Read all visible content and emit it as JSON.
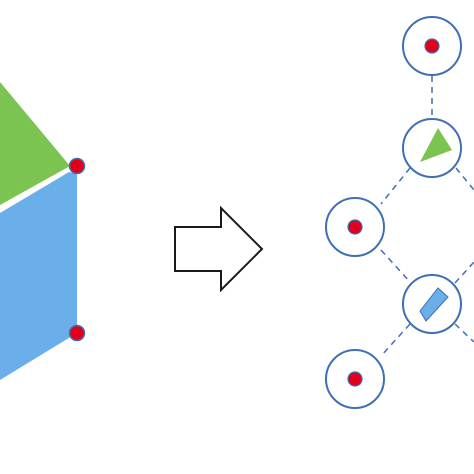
{
  "diagram": {
    "left_shape": {
      "faces": [
        {
          "name": "green-face",
          "fill": "#7cc451"
        },
        {
          "name": "blue-face",
          "fill": "#6aaeea"
        }
      ],
      "vertex_markers": 2
    },
    "arrow": {
      "direction": "right",
      "fill": "#ffffff",
      "stroke": "#1a1a1a"
    },
    "graph": {
      "node_stroke": "#3f6fb4",
      "edge_style": "dashed",
      "edge_color": "#3f6fb4",
      "nodes": [
        {
          "name": "vertex-node-top",
          "content": "red-dot"
        },
        {
          "name": "face-node-triangle",
          "content": "green-triangle"
        },
        {
          "name": "vertex-node-middle",
          "content": "red-dot"
        },
        {
          "name": "face-node-parallelogram",
          "content": "blue-parallelogram"
        },
        {
          "name": "vertex-node-bottom",
          "content": "red-dot"
        }
      ]
    },
    "colors": {
      "vertex_dot": "#e0001a",
      "vertex_dot_stroke": "#3f6fb4",
      "green": "#7cc451",
      "blue": "#6aaeea"
    }
  }
}
